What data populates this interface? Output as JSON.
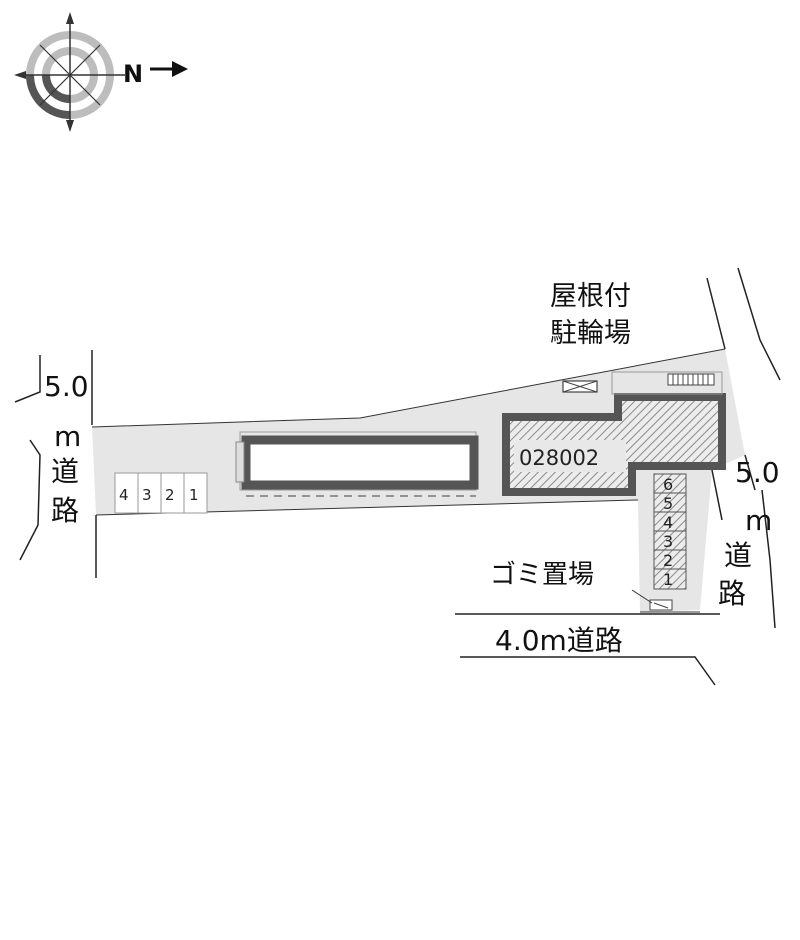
{
  "compass": {
    "north_letter": "N"
  },
  "roads": {
    "left": {
      "width": "5.0",
      "unit": "m",
      "char1": "道",
      "char2": "路"
    },
    "right": {
      "width": "5.0",
      "unit": "m",
      "char1": "道",
      "char2": "路"
    },
    "bottom": {
      "label": "4.0m道路"
    }
  },
  "bicycle_parking": {
    "line1": "屋根付",
    "line2": "駐輪場"
  },
  "garbage": {
    "label": "ゴミ置場"
  },
  "building": {
    "code": "028002"
  },
  "parking_left": [
    "4",
    "3",
    "2",
    "1"
  ],
  "parking_right": [
    "6",
    "5",
    "4",
    "3",
    "2",
    "1"
  ],
  "colors": {
    "lot_fill": "#e6e6e6",
    "building_outline": "#555555",
    "hatch": "#8a8a8a"
  }
}
